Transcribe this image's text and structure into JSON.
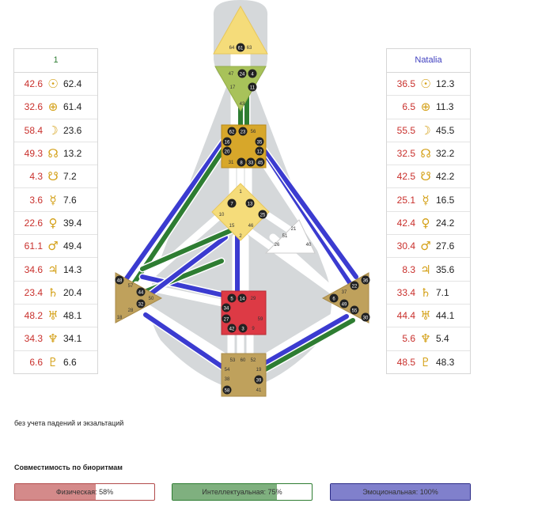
{
  "left_panel": {
    "title": "1",
    "rows": [
      {
        "v1": "42.6",
        "icon": "sun-icon",
        "sym": "☉",
        "v2": "62.4"
      },
      {
        "v1": "32.6",
        "icon": "earth-icon",
        "sym": "⊕",
        "v2": "61.4"
      },
      {
        "v1": "58.4",
        "icon": "moon-icon",
        "sym": "☽",
        "v2": "23.6"
      },
      {
        "v1": "49.3",
        "icon": "north-node-icon",
        "sym": "☊",
        "v2": "13.2"
      },
      {
        "v1": "4.3",
        "icon": "south-node-icon",
        "sym": "☋",
        "v2": "7.2"
      },
      {
        "v1": "3.6",
        "icon": "mercury-icon",
        "sym": "☿",
        "v2": "7.6"
      },
      {
        "v1": "22.6",
        "icon": "venus-icon",
        "sym": "♀",
        "v2": "39.4"
      },
      {
        "v1": "61.1",
        "icon": "mars-icon",
        "sym": "♂",
        "v2": "49.4"
      },
      {
        "v1": "34.6",
        "icon": "jupiter-icon",
        "sym": "♃",
        "v2": "14.3"
      },
      {
        "v1": "23.4",
        "icon": "saturn-icon",
        "sym": "♄",
        "v2": "20.4"
      },
      {
        "v1": "48.2",
        "icon": "uranus-icon",
        "sym": "♅",
        "v2": "48.1"
      },
      {
        "v1": "34.3",
        "icon": "neptune-icon",
        "sym": "♆",
        "v2": "34.1"
      },
      {
        "v1": "6.6",
        "icon": "pluto-icon",
        "sym": "♇",
        "v2": "6.6"
      }
    ]
  },
  "right_panel": {
    "title": "Natalia",
    "rows": [
      {
        "v1": "36.5",
        "icon": "sun-icon",
        "sym": "☉",
        "v2": "12.3"
      },
      {
        "v1": "6.5",
        "icon": "earth-icon",
        "sym": "⊕",
        "v2": "11.3"
      },
      {
        "v1": "55.5",
        "icon": "moon-icon",
        "sym": "☽",
        "v2": "45.5"
      },
      {
        "v1": "32.5",
        "icon": "north-node-icon",
        "sym": "☊",
        "v2": "32.2"
      },
      {
        "v1": "42.5",
        "icon": "south-node-icon",
        "sym": "☋",
        "v2": "42.2"
      },
      {
        "v1": "25.1",
        "icon": "mercury-icon",
        "sym": "☿",
        "v2": "16.5"
      },
      {
        "v1": "42.4",
        "icon": "venus-icon",
        "sym": "♀",
        "v2": "24.2"
      },
      {
        "v1": "30.4",
        "icon": "mars-icon",
        "sym": "♂",
        "v2": "27.6"
      },
      {
        "v1": "8.3",
        "icon": "jupiter-icon",
        "sym": "♃",
        "v2": "35.6"
      },
      {
        "v1": "33.4",
        "icon": "saturn-icon",
        "sym": "♄",
        "v2": "7.1"
      },
      {
        "v1": "44.4",
        "icon": "uranus-icon",
        "sym": "♅",
        "v2": "44.1"
      },
      {
        "v1": "5.6",
        "icon": "neptune-icon",
        "sym": "♆",
        "v2": "5.4"
      },
      {
        "v1": "48.5",
        "icon": "pluto-icon",
        "sym": "♇",
        "v2": "48.3"
      }
    ]
  },
  "bodygraph": {
    "head_gates": [
      "64",
      "61",
      "63"
    ],
    "ajna_gates": [
      "47",
      "24",
      "4",
      "17",
      "11",
      "43"
    ],
    "throat_gates": [
      "62",
      "23",
      "56",
      "16",
      "35",
      "20",
      "12",
      "31",
      "8",
      "33",
      "45"
    ],
    "g_gates": [
      "1",
      "7",
      "13",
      "10",
      "25",
      "15",
      "46",
      "2"
    ],
    "ego_gates": [
      "21",
      "51",
      "26",
      "40"
    ],
    "sacral_gates": [
      "5",
      "14",
      "29",
      "34",
      "27",
      "59",
      "42",
      "3",
      "9"
    ],
    "spleen_gates": [
      "48",
      "57",
      "44",
      "50",
      "32",
      "28",
      "18"
    ],
    "solar_gates": [
      "36",
      "22",
      "37",
      "6",
      "49",
      "55",
      "30"
    ],
    "root_gates": [
      "53",
      "60",
      "52",
      "54",
      "19",
      "38",
      "39",
      "58",
      "41"
    ],
    "colors": {
      "defined_yellow": "#f5dc7a",
      "defined_gold": "#d7a72a",
      "defined_red": "#dd3a45",
      "defined_brown": "#bfa15c",
      "undefined": "#ffffff",
      "silhouette": "#d5d8da",
      "channel_person1": "#2e7d32",
      "channel_person2": "#3b3bd0"
    }
  },
  "note": "без учета падений и экзальтаций",
  "compatibility": {
    "title": "Совместимость по биоритмам",
    "bars": [
      {
        "label": "Физическая: 58%",
        "value": 58
      },
      {
        "label": "Интеллектуальная: 75%",
        "value": 75
      },
      {
        "label": "Эмоциональная: 100%",
        "value": 100
      }
    ]
  }
}
